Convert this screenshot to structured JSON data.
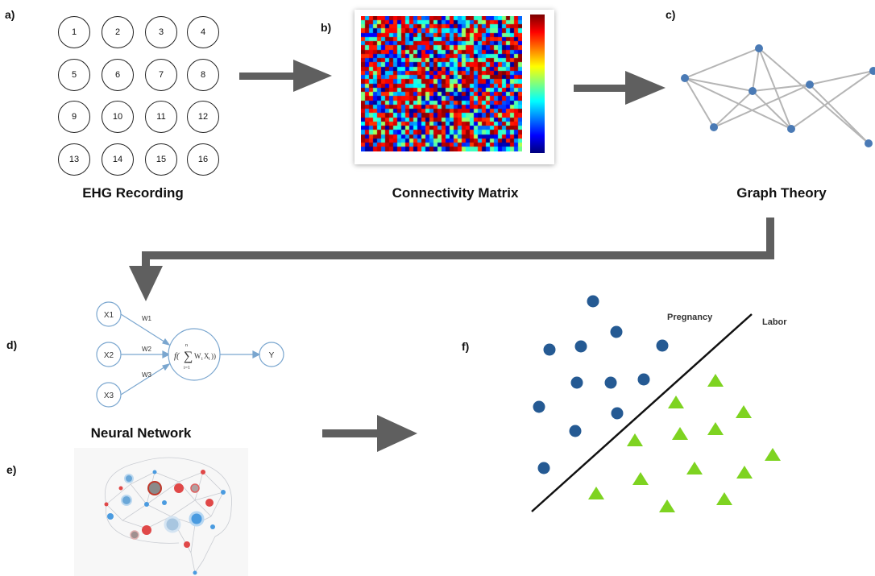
{
  "panels": {
    "a": "a)",
    "b": "b)",
    "c": "c)",
    "d": "d)",
    "e": "e)",
    "f": "f)"
  },
  "captions": {
    "ehg": "EHG Recording",
    "matrix": "Connectivity Matrix",
    "graph": "Graph Theory",
    "nn": "Neural Network"
  },
  "electrodes": [
    "1",
    "5",
    "9",
    "13",
    "2",
    "6",
    "10",
    "14",
    "3",
    "7",
    "11",
    "15",
    "4",
    "8",
    "12",
    "16"
  ],
  "neural_network": {
    "inputs": [
      "X1",
      "X2",
      "X3"
    ],
    "weights": [
      "W1",
      "W2",
      "W3"
    ],
    "output": "Y"
  },
  "classes": {
    "pregnancy": "Pregnancy",
    "labor": "Labor"
  },
  "colors": {
    "arrow": "#5f5f5f",
    "node": "#4a7ab5",
    "edge": "#b5b5b5",
    "pregnancy_point": "#255a93",
    "labor_point": "#7ed321",
    "nn_line": "#7aa6cf"
  }
}
